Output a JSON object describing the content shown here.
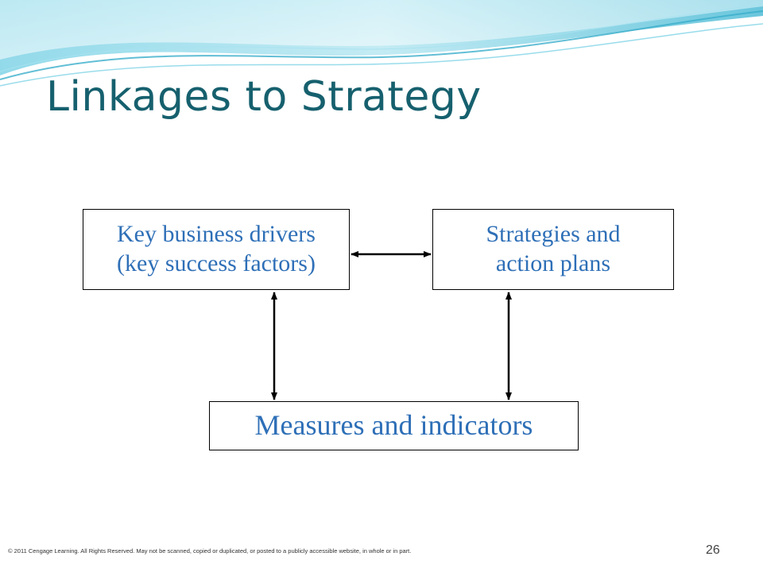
{
  "slide": {
    "title": "Linkages to Strategy",
    "accent_color": "#16606e",
    "box_text_color": "#2e6fb7"
  },
  "diagram": {
    "nodes": [
      {
        "id": "drivers",
        "lines": [
          "Key business drivers",
          "(key success factors)"
        ]
      },
      {
        "id": "strategies",
        "lines": [
          "Strategies and",
          "action plans"
        ]
      },
      {
        "id": "measures",
        "lines": [
          "Measures and indicators"
        ]
      }
    ],
    "edges": [
      {
        "from": "drivers",
        "to": "strategies",
        "direction": "both"
      },
      {
        "from": "drivers",
        "to": "measures",
        "direction": "both"
      },
      {
        "from": "strategies",
        "to": "measures",
        "direction": "both"
      }
    ]
  },
  "footer": {
    "copyright": "© 2011 Cengage Learning. All Rights Reserved. May not be scanned, copied or duplicated, or posted to a publicly accessible website, in whole or in part.",
    "page_number": "26"
  }
}
